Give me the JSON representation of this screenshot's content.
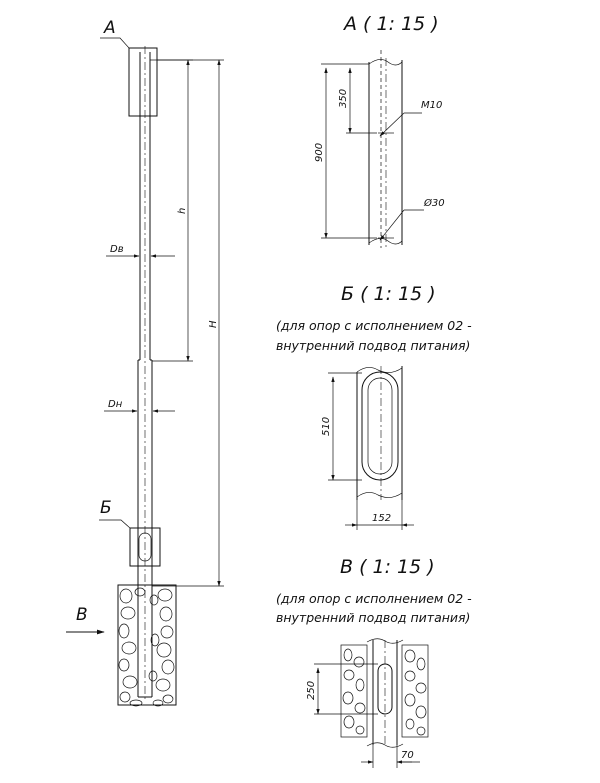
{
  "main_view": {
    "label_a": "А",
    "label_b": "Б",
    "label_v": "В",
    "dim_h": "h",
    "dim_H": "H",
    "dim_dv": "Dв",
    "dim_dn": "Dн"
  },
  "detail_a": {
    "title": "А ( 1: 15 )",
    "dim_350": "350",
    "dim_900": "900",
    "thread": "М10",
    "hole": "Ø30"
  },
  "detail_b": {
    "title": "Б ( 1: 15 )",
    "note_line1": "(для опор с исполнением 02 -",
    "note_line2": "внутренний подвод питания)",
    "dim_height": "510",
    "dim_width": "152"
  },
  "detail_v": {
    "title": "В ( 1: 15 )",
    "note_line1": "(для опор с исполнением 02 -",
    "note_line2": "внутренний подвод питания)",
    "dim_height": "250",
    "dim_width": "70"
  }
}
